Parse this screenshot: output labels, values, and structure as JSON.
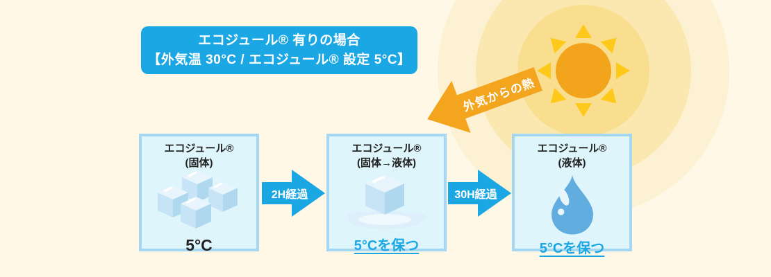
{
  "title_box": {
    "line1": "エコジュール® 有りの場合",
    "line2": "【外気温 30°C / エコジュール® 設定 5°C】"
  },
  "heat_arrow": {
    "label": "外気からの熱"
  },
  "stages": [
    {
      "name": "エコジュール®",
      "state": "(固体)",
      "illustration": "ice-cubes",
      "temp": "5°C"
    },
    {
      "name": "エコジュール®",
      "state": "(固体→液体)",
      "illustration": "melting-ice-cube",
      "temp": "5°Cを保つ"
    },
    {
      "name": "エコジュール®",
      "state": "(液体)",
      "illustration": "water-drop",
      "temp": "5°Cを保つ"
    }
  ],
  "transitions": [
    {
      "label": "2H経過"
    },
    {
      "label": "30H経過"
    }
  ],
  "sun": {
    "icon": "sun-icon"
  },
  "colors": {
    "background": "#FFF8E7",
    "accent_blue": "#1BA7E3",
    "box_fill": "#DFF5FC",
    "box_border": "#A5D7F3",
    "sun_orange": "#F3A41D",
    "ray_yellow": "#FFC91C",
    "heat_arrow_orange": "#F3A51E",
    "halo_inner": "#F8DE8E",
    "halo_mid": "#FAE8B0",
    "halo_outer": "#FCF1D2",
    "keep_temp_blue": "#1BA7E3",
    "text_dark": "#222222"
  }
}
